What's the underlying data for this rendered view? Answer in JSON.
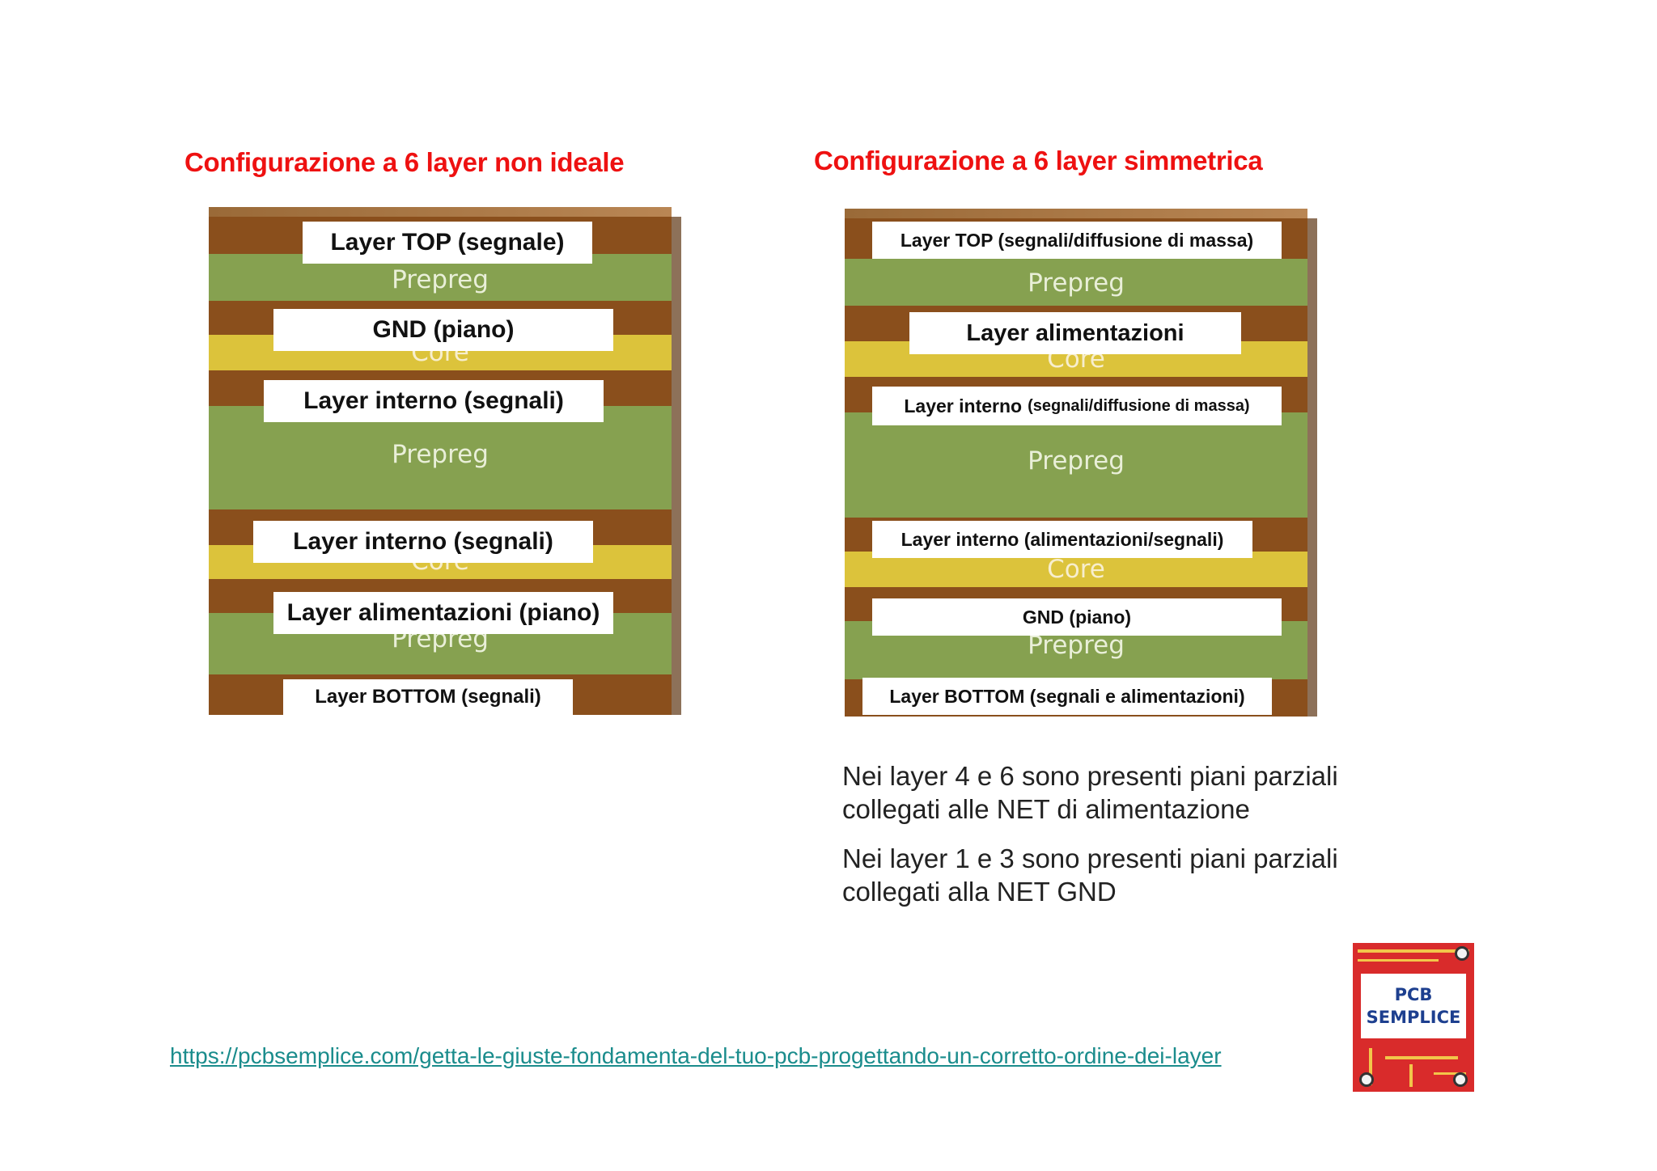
{
  "left": {
    "title": "Configurazione a 6 layer non ideale",
    "materials": [
      "Prepreg",
      "Core",
      "Prepreg",
      "Core",
      "Prepreg"
    ],
    "labels": [
      "Layer TOP (segnale)",
      "GND (piano)",
      "Layer interno (segnali)",
      "Layer interno (segnali)",
      "Layer alimentazioni (piano)",
      "Layer BOTTOM (segnali)"
    ]
  },
  "right": {
    "title": "Configurazione a 6 layer simmetrica",
    "materials": [
      "Prepreg",
      "Core",
      "Prepreg",
      "Core",
      "Prepreg"
    ],
    "labels": [
      "Layer TOP (segnali/diffusione di massa)",
      "Layer alimentazioni",
      "Layer interno",
      "(segnali/diffusione di massa)",
      "Layer interno (alimentazioni/segnali)",
      "GND (piano)",
      "Layer BOTTOM (segnali e alimentazioni)"
    ]
  },
  "notes": {
    "line1a": "Nei layer 4 e 6 sono presenti piani parziali",
    "line1b": "collegati alle NET di alimentazione",
    "line2a": "Nei layer 1 e 3 sono presenti piani parziali",
    "line2b": "collegati alla NET GND"
  },
  "link": "https://pcbsemplice.com/getta-le-giuste-fondamenta-del-tuo-pcb-progettando-un-corretto-ordine-dei-layer",
  "logo": {
    "line1": "PCB",
    "line2": "SEMPLICE"
  },
  "colors": {
    "title": "#ee1111",
    "copper": "#8a4f1c",
    "prepreg": "#86a150",
    "core": "#dcc33b",
    "link": "#1a8c8c"
  }
}
